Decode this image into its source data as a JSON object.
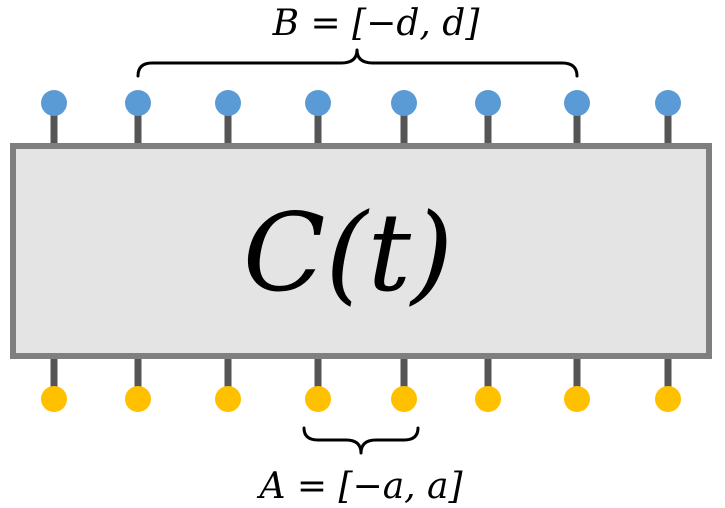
{
  "diagram": {
    "center_label": "C(t)",
    "top_label": "B = [−d, d]",
    "bottom_label": "A = [−a, a]",
    "top_node_count": 8,
    "bottom_node_count": 8,
    "colors": {
      "top_node": "#5b9bd5",
      "bottom_node": "#ffc000",
      "box_fill": "#e4e4e4",
      "box_stroke": "#7f7f7f",
      "leg": "#555555",
      "brace": "#000000",
      "text": "#000000"
    }
  }
}
